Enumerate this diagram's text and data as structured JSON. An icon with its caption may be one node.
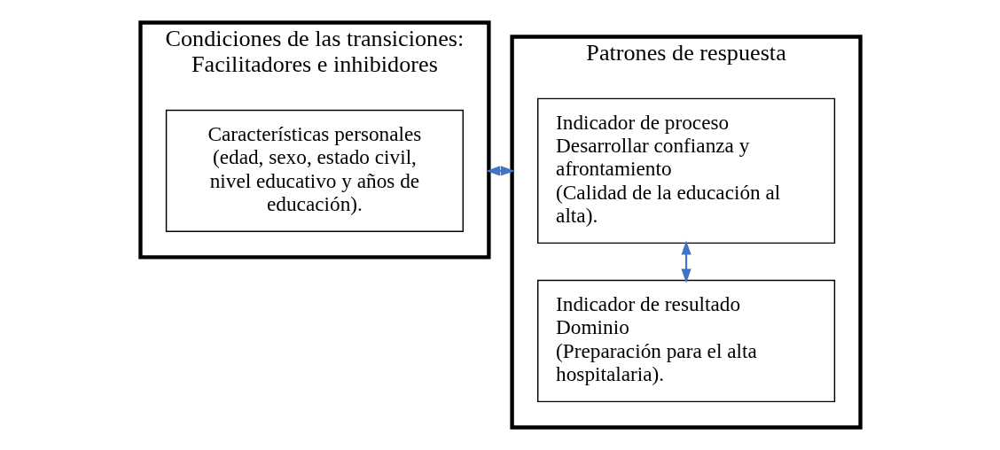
{
  "diagram": {
    "nodes": [
      {
        "text": [
          "Condiciones de las transiciones: Facilitadores e inhibidores"
        ]
      },
      {
        "text": [
          "Características personales (edad, sexo, estado civil, nivel educativo y años de educación)."
        ],
        "in": 0
      },
      {
        "text": [
          "Patrones de respuesta"
        ]
      },
      {
        "text": [
          "Indicador de proceso",
          "Desarrollar confianza y afrontamiento",
          "(Calidad de la educación al alta)."
        ],
        "in": 2
      },
      {
        "text": [
          "Indicador de resultado",
          "Dominio",
          "(Preparación para el alta hospitalaria)."
        ],
        "in": 2
      }
    ],
    "edges": [
      {
        "from": 0,
        "to": 2,
        "arrow": "both"
      },
      {
        "from": 3,
        "to": 4,
        "arrow": "both"
      }
    ]
  }
}
